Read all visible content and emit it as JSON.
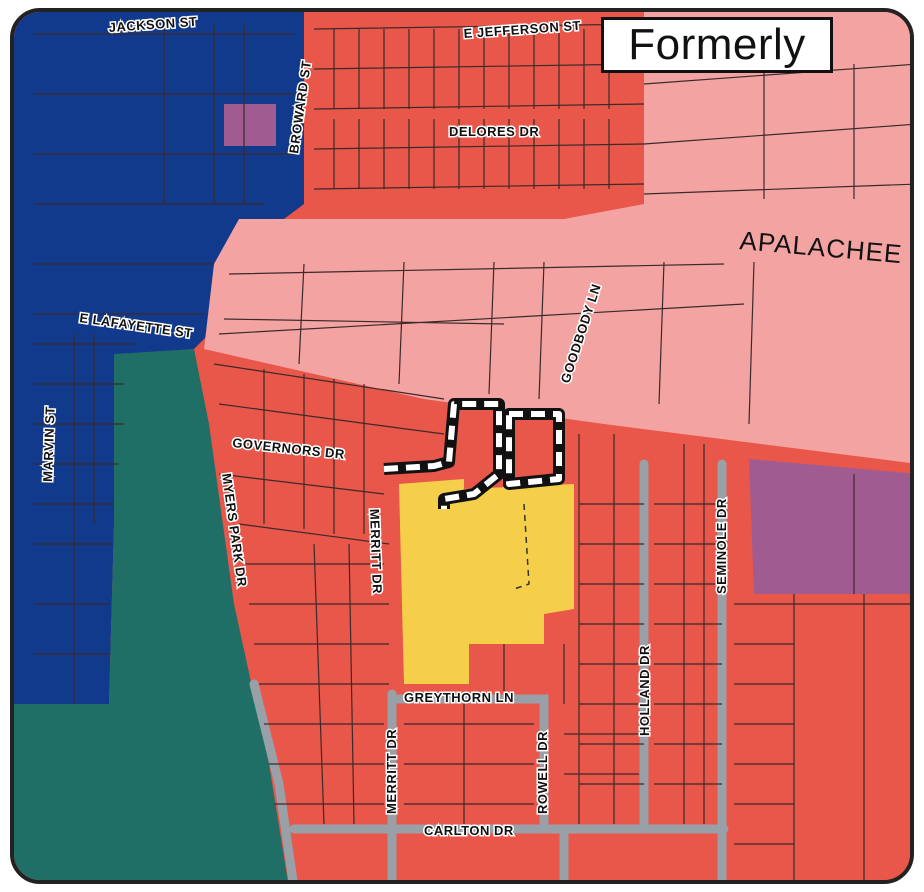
{
  "title": "Formerly",
  "colors": {
    "residential_red": "#e8574a",
    "light_pink": "#f4a3a3",
    "navy": "#123a8c",
    "teal": "#1f6f66",
    "yellow": "#f6cf4a",
    "purple": "#a05c90",
    "road_grey": "#9aa0a8"
  },
  "streets": {
    "jackson": "JACKSON ST",
    "e_jefferson": "E JEFFERSON ST",
    "broward": "BROWARD ST",
    "delores": "DELORES DR",
    "apalachee": "APALACHEE",
    "e_lafayette": "E LAFAYETTE ST",
    "goodbody": "GOODBODY LN",
    "marvin": "MARVIN ST",
    "governors": "GOVERNORS DR",
    "myers_park": "MYERS PARK DR",
    "merritt_upper": "MERRITT DR",
    "seminole": "SEMINOLE DR",
    "holland": "HOLLAND DR",
    "greythorn": "GREYTHORN LN",
    "rowell": "ROWELL DR",
    "merritt_lower": "MERRITT DR",
    "carlton": "CARLTON DR"
  }
}
